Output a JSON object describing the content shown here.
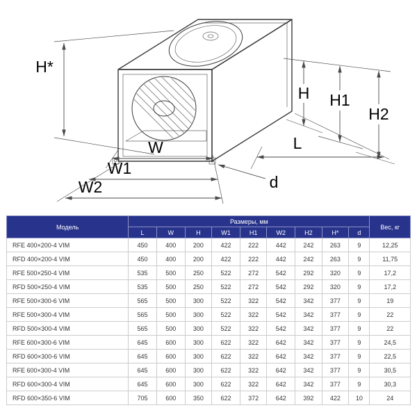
{
  "diagram": {
    "labels": {
      "h_star": "H*",
      "h": "H",
      "h1": "H1",
      "h2": "H2",
      "w": "W",
      "w1": "W1",
      "w2": "W2",
      "l": "L",
      "d": "d"
    },
    "colors": {
      "line": "#3a3a3a",
      "dim_line": "#4a4a4a",
      "label": "#000000"
    }
  },
  "table": {
    "header": {
      "model": "Модель",
      "dimensions_group": "Размеры, мм",
      "weight": "Вес, кг",
      "dim_columns": [
        "L",
        "W",
        "H",
        "W1",
        "H1",
        "W2",
        "H2",
        "H*",
        "d"
      ]
    },
    "colors": {
      "header_bg": "#28338c",
      "header_text": "#ffffff",
      "border": "#cccccc",
      "row_text": "#333333"
    },
    "rows": [
      {
        "model": "RFE 400×200-4 VIM",
        "dims": [
          "450",
          "400",
          "200",
          "422",
          "222",
          "442",
          "242",
          "263",
          "9"
        ],
        "weight": "12,25"
      },
      {
        "model": "RFD 400×200-4 VIM",
        "dims": [
          "450",
          "400",
          "200",
          "422",
          "222",
          "442",
          "242",
          "263",
          "9"
        ],
        "weight": "11,75"
      },
      {
        "model": "RFE 500×250-4 VIM",
        "dims": [
          "535",
          "500",
          "250",
          "522",
          "272",
          "542",
          "292",
          "320",
          "9"
        ],
        "weight": "17,2"
      },
      {
        "model": "RFD 500×250-4 VIM",
        "dims": [
          "535",
          "500",
          "250",
          "522",
          "272",
          "542",
          "292",
          "320",
          "9"
        ],
        "weight": "17,2"
      },
      {
        "model": "RFE 500×300-6 VIM",
        "dims": [
          "565",
          "500",
          "300",
          "522",
          "322",
          "542",
          "342",
          "377",
          "9"
        ],
        "weight": "19"
      },
      {
        "model": "RFE 500×300-4 VIM",
        "dims": [
          "565",
          "500",
          "300",
          "522",
          "322",
          "542",
          "342",
          "377",
          "9"
        ],
        "weight": "22"
      },
      {
        "model": "RFD 500×300-4 VIM",
        "dims": [
          "565",
          "500",
          "300",
          "522",
          "322",
          "542",
          "342",
          "377",
          "9"
        ],
        "weight": "22"
      },
      {
        "model": "RFE 600×300-6 VIM",
        "dims": [
          "645",
          "600",
          "300",
          "622",
          "322",
          "642",
          "342",
          "377",
          "9"
        ],
        "weight": "24,5"
      },
      {
        "model": "RFD 600×300-6 VIM",
        "dims": [
          "645",
          "600",
          "300",
          "622",
          "322",
          "642",
          "342",
          "377",
          "9"
        ],
        "weight": "22,5"
      },
      {
        "model": "RFE 600×300-4 VIM",
        "dims": [
          "645",
          "600",
          "300",
          "622",
          "322",
          "642",
          "342",
          "377",
          "9"
        ],
        "weight": "30,5"
      },
      {
        "model": "RFD 600×300-4 VIM",
        "dims": [
          "645",
          "600",
          "300",
          "622",
          "322",
          "642",
          "342",
          "377",
          "9"
        ],
        "weight": "30,3"
      },
      {
        "model": "RFD 600×350-6 VIM",
        "dims": [
          "705",
          "600",
          "350",
          "622",
          "372",
          "642",
          "392",
          "422",
          "10"
        ],
        "weight": "24"
      }
    ]
  }
}
